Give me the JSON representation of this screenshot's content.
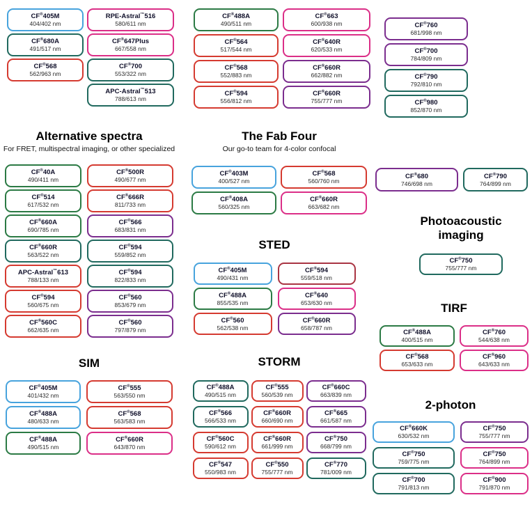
{
  "colors": {
    "blue": "#47A3DD",
    "green": "#2B7A44",
    "teal": "#20695E",
    "red": "#D53A30",
    "crimson": "#A93442",
    "pink": "#DB2E87",
    "purple": "#7B2D8E"
  },
  "sections": [
    {
      "id": "top-left",
      "title": "",
      "subtitle": "",
      "columns": [
        [
          {
            "name": "CF®405M",
            "value": "404/402 nm",
            "color": "blue"
          },
          {
            "name": "CF®680A",
            "value": "491/517 nm",
            "color": "teal"
          },
          {
            "name": "CF®568",
            "value": "562/963 nm",
            "color": "red"
          }
        ],
        [
          {
            "name": "RPE-Astral™516",
            "value": "580/611 nm",
            "color": "pink"
          },
          {
            "name": "CF®647Plus",
            "value": "667/558 nm",
            "color": "pink"
          },
          {
            "name": "CF®700",
            "value": "553/322 nm",
            "color": "teal"
          },
          {
            "name": "APC-Astral™513",
            "value": "788/613 nm",
            "color": "teal"
          }
        ]
      ]
    },
    {
      "id": "top-middle",
      "title": "",
      "subtitle": "",
      "columns": [
        [
          {
            "name": "CF®488A",
            "value": "490/511 nm",
            "color": "green"
          },
          {
            "name": "CF®564",
            "value": "517/544 nm",
            "color": "red"
          },
          {
            "name": "CF®568",
            "value": "552/883 nm",
            "color": "red"
          },
          {
            "name": "CF®594",
            "value": "556/812 nm",
            "color": "red"
          }
        ],
        [
          {
            "name": "CF®663",
            "value": "600/938 nm",
            "color": "pink"
          },
          {
            "name": "CF®640R",
            "value": "620/533 nm",
            "color": "pink"
          },
          {
            "name": "CF®660R",
            "value": "662/882 nm",
            "color": "purple"
          },
          {
            "name": "CF®660R",
            "value": "755/777 nm",
            "color": "purple"
          }
        ]
      ]
    },
    {
      "id": "top-right",
      "title": "",
      "subtitle": "",
      "columns": [
        [
          {
            "name": "CF®760",
            "value": "681/998 nm",
            "color": "purple"
          },
          {
            "name": "CF®700",
            "value": "784/809 nm",
            "color": "purple"
          },
          {
            "name": "CF®790",
            "value": "792/810 nm",
            "color": "teal"
          },
          {
            "name": "CF®980",
            "value": "852/870 nm",
            "color": "teal"
          }
        ]
      ]
    },
    {
      "id": "alternative-spectra",
      "title": "Alternative spectra",
      "subtitle": "For FRET, multispectral imaging, or other specialized",
      "columns": [
        [
          {
            "name": "CF®40A",
            "value": "490/411 nm",
            "color": "green"
          },
          {
            "name": "CF®514",
            "value": "617/532 nm",
            "color": "green"
          },
          {
            "name": "CF®660A",
            "value": "690/785 nm",
            "color": "green"
          },
          {
            "name": "CF®660R",
            "value": "563/522 nm",
            "color": "teal"
          },
          {
            "name": "APC-Astral™613",
            "value": "788/133 nm",
            "color": "red"
          },
          {
            "name": "CF®594",
            "value": "560/675 nm",
            "color": "red"
          },
          {
            "name": "CF®560C",
            "value": "662/635 nm",
            "color": "red"
          }
        ],
        [
          {
            "name": "CF®500R",
            "value": "490/677 nm",
            "color": "red"
          },
          {
            "name": "CF®666R",
            "value": "811/733 nm",
            "color": "red"
          },
          {
            "name": "CF®566",
            "value": "683/831 nm",
            "color": "purple"
          },
          {
            "name": "CF®594",
            "value": "559/852 nm",
            "color": "teal"
          },
          {
            "name": "CF®594",
            "value": "822/833 nm",
            "color": "teal"
          },
          {
            "name": "CF®560",
            "value": "853/679 nm",
            "color": "purple"
          },
          {
            "name": "CF®560",
            "value": "797/879 nm",
            "color": "purple"
          }
        ]
      ]
    },
    {
      "id": "fab-four",
      "title": "The Fab Four",
      "subtitle": "Our go-to team for 4-color confocal",
      "columns": [
        [
          {
            "name": "CF®403M",
            "value": "400/527 nm",
            "color": "blue"
          },
          {
            "name": "CF®408A",
            "value": "560/325 nm",
            "color": "green"
          }
        ],
        [
          {
            "name": "CF®568",
            "value": "560/760 nm",
            "color": "red"
          },
          {
            "name": "CF®660R",
            "value": "663/682 nm",
            "color": "pink"
          }
        ]
      ]
    },
    {
      "id": "mid-right-pills",
      "title": "",
      "subtitle": "",
      "columns": [
        [
          {
            "name": "CF®680",
            "value": "746/698 nm",
            "color": "purple"
          }
        ],
        [
          {
            "name": "CF®790",
            "value": "764/899 nm",
            "color": "teal"
          }
        ]
      ]
    },
    {
      "id": "sted",
      "title": "STED",
      "subtitle": "",
      "columns": [
        [
          {
            "name": "CF®405M",
            "value": "490/431 nm",
            "color": "blue"
          },
          {
            "name": "CF®488A",
            "value": "855/535 nm",
            "color": "green"
          },
          {
            "name": "CF®560",
            "value": "562/538 nm",
            "color": "red"
          }
        ],
        [
          {
            "name": "CF®594",
            "value": "559/518 nm",
            "color": "crimson"
          },
          {
            "name": "CF®640",
            "value": "653/630 nm",
            "color": "pink"
          },
          {
            "name": "CF®660R",
            "value": "658/787 nm",
            "color": "purple"
          }
        ]
      ]
    },
    {
      "id": "photoacoustic",
      "title": "Photoacoustic imaging",
      "subtitle": "",
      "columns": [
        [
          {
            "name": "CF®750",
            "value": "755/777 nm",
            "color": "teal"
          }
        ]
      ]
    },
    {
      "id": "tirf",
      "title": "TIRF",
      "subtitle": "",
      "columns": [
        [
          {
            "name": "CF®488A",
            "value": "400/515 nm",
            "color": "green"
          },
          {
            "name": "CF®568",
            "value": "653/633 nm",
            "color": "red"
          }
        ],
        [
          {
            "name": "CF®760",
            "value": "544/638 nm",
            "color": "pink"
          },
          {
            "name": "CF®960",
            "value": "643/633 nm",
            "color": "pink"
          }
        ]
      ]
    },
    {
      "id": "sim",
      "title": "SIM",
      "subtitle": "",
      "columns": [
        [
          {
            "name": "CF®405M",
            "value": "401/432 nm",
            "color": "blue"
          },
          {
            "name": "CF®488A",
            "value": "480/633 nm",
            "color": "blue"
          },
          {
            "name": "CF®488A",
            "value": "490/515 nm",
            "color": "green"
          }
        ],
        [
          {
            "name": "CF®555",
            "value": "563/550 nm",
            "color": "red"
          },
          {
            "name": "CF®568",
            "value": "563/583 nm",
            "color": "red"
          },
          {
            "name": "CF®660R",
            "value": "643/870 nm",
            "color": "pink"
          }
        ]
      ]
    },
    {
      "id": "storm",
      "title": "STORM",
      "subtitle": "",
      "columns": [
        [
          {
            "name": "CF®488A",
            "value": "490/515 nm",
            "color": "teal"
          },
          {
            "name": "CF®566",
            "value": "566/533 nm",
            "color": "teal"
          },
          {
            "name": "CF®560C",
            "value": "590/612 nm",
            "color": "red"
          },
          {
            "name": "CF®547",
            "value": "550/983 nm",
            "color": "red"
          }
        ],
        [
          {
            "name": "CF®555",
            "value": "560/539 nm",
            "color": "red"
          },
          {
            "name": "CF®660R",
            "value": "660/690 nm",
            "color": "red"
          },
          {
            "name": "CF®660R",
            "value": "661/999 nm",
            "color": "red"
          },
          {
            "name": "CF®550",
            "value": "755/777 nm",
            "color": "red"
          }
        ],
        [
          {
            "name": "CF®660C",
            "value": "663/839 nm",
            "color": "purple"
          },
          {
            "name": "CF®665",
            "value": "661/587 nm",
            "color": "purple"
          },
          {
            "name": "CF®750",
            "value": "668/799 nm",
            "color": "purple"
          },
          {
            "name": "CF®770",
            "value": "781/009 nm",
            "color": "teal"
          }
        ]
      ]
    },
    {
      "id": "two-photon",
      "title": "2-photon",
      "subtitle": "",
      "columns": [
        [
          {
            "name": "CF®660K",
            "value": "630/532 nm",
            "color": "blue"
          },
          {
            "name": "CF®750",
            "value": "759/775 nm",
            "color": "teal"
          },
          {
            "name": "CF®700",
            "value": "791/813 nm",
            "color": "teal"
          }
        ],
        [
          {
            "name": "CF®750",
            "value": "755/777 nm",
            "color": "purple"
          },
          {
            "name": "CF®750",
            "value": "764/899 nm",
            "color": "pink"
          },
          {
            "name": "CF®900",
            "value": "791/870 nm",
            "color": "pink"
          }
        ]
      ]
    }
  ]
}
